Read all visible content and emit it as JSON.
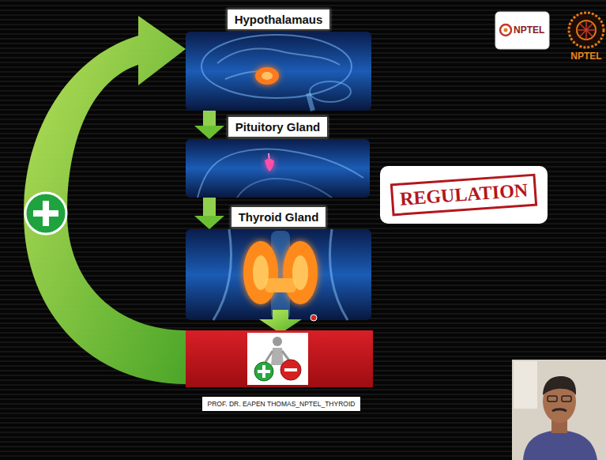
{
  "diagram": {
    "caption": "PROF. DR. EAPEN THOMAS_NPTEL_THYROID",
    "nodes": [
      {
        "text": [
          "Hypothalamaus"
        ]
      },
      {
        "text": [
          "Pituitory Gland"
        ]
      },
      {
        "text": [
          "Thyroid Gland"
        ]
      },
      {
        "text": [
          "REGULATION"
        ]
      }
    ],
    "edges": [
      {
        "from": 0,
        "to": 1,
        "arrow": "to"
      },
      {
        "from": 1,
        "to": 2,
        "arrow": "to"
      }
    ],
    "labels": [
      "NPTEL",
      "NPTEL"
    ]
  }
}
